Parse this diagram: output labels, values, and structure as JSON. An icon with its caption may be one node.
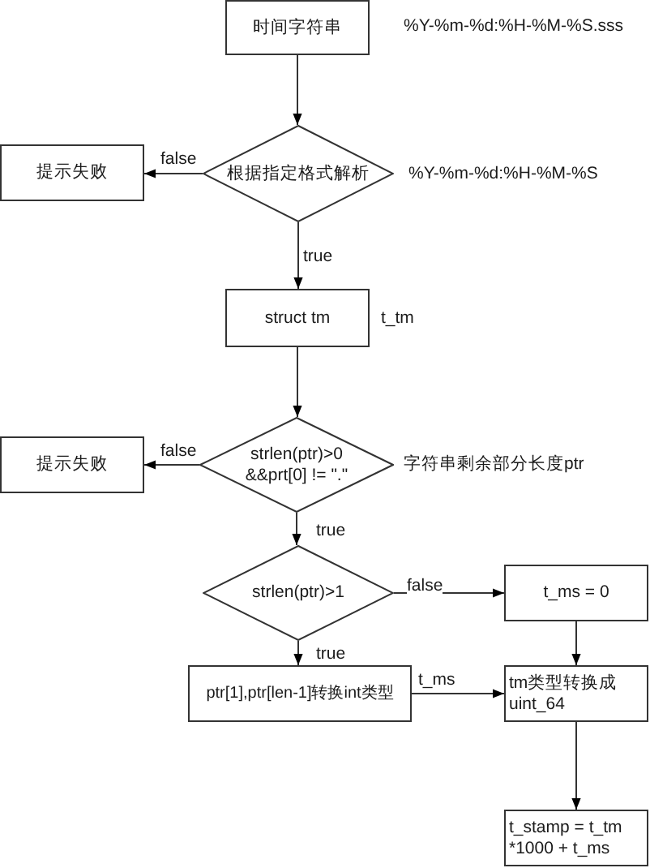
{
  "diagram": {
    "nodes": [
      {
        "text": [
          "时间字符串"
        ],
        "beside": [
          "%Y-%m-%d:%H-%M-%S.sss"
        ]
      },
      {
        "text": [
          "根据指定格式解析"
        ],
        "beside": [
          "%Y-%m-%d:%H-%M-%S"
        ]
      },
      {
        "text": [
          "提示失败"
        ]
      },
      {
        "text": [
          "struct tm"
        ],
        "beside": [
          "t_tm"
        ]
      },
      {
        "text": [
          "strlen(ptr)>0 &&prt[0] != \".\""
        ],
        "beside": [
          "字符串剩余部分长度ptr"
        ]
      },
      {
        "text": [
          "提示失败"
        ]
      },
      {
        "text": [
          "strlen(ptr)>1"
        ]
      },
      {
        "text": [
          "t_ms = 0"
        ]
      },
      {
        "text": [
          "ptr[1],ptr[len-1]转换int类型"
        ]
      },
      {
        "text": [
          "tm类型转换成 uint_64"
        ]
      },
      {
        "text": [
          "t_stamp = t_tm *1000 + t_ms"
        ]
      }
    ],
    "edges": [
      {
        "from": 0,
        "to": 1,
        "arrow": "to"
      },
      {
        "from": 1,
        "to": 2,
        "arrow": "to",
        "label": "false"
      },
      {
        "from": 1,
        "to": 3,
        "arrow": "to",
        "label": "true"
      },
      {
        "from": 3,
        "to": 4,
        "arrow": "to"
      },
      {
        "from": 4,
        "to": 5,
        "arrow": "to",
        "label": "false"
      },
      {
        "from": 4,
        "to": 6,
        "arrow": "to",
        "label": "true"
      },
      {
        "from": 6,
        "to": 7,
        "arrow": "to",
        "label": "false"
      },
      {
        "from": 6,
        "to": 8,
        "arrow": "to",
        "label": "true"
      },
      {
        "from": 7,
        "to": 9,
        "arrow": "to"
      },
      {
        "from": 8,
        "to": 9,
        "arrow": "to",
        "label": "t_ms"
      },
      {
        "from": 9,
        "to": 10,
        "arrow": "to"
      }
    ]
  }
}
